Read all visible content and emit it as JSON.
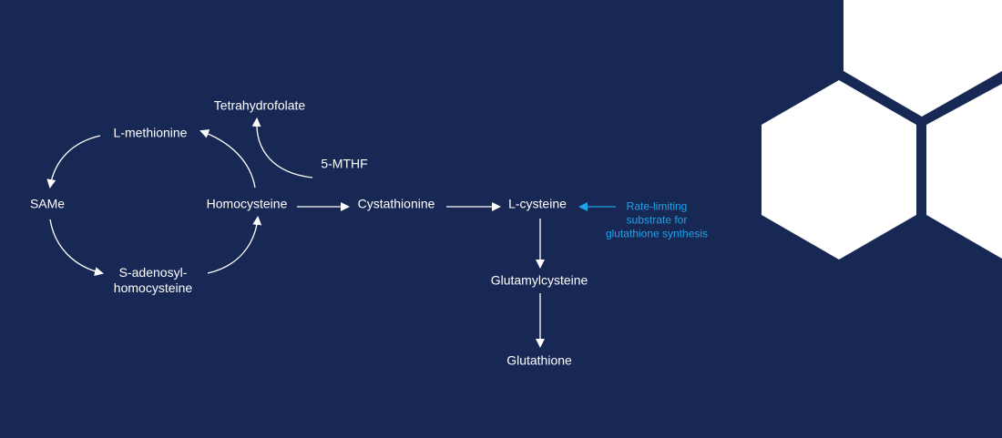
{
  "colors": {
    "background": "#182855",
    "text": "#ffffff",
    "arrow": "#ffffff",
    "accent": "#1fa3e8",
    "hexagon": "#ffffff"
  },
  "nodes": {
    "tetrahydrofolate": "Tetrahydrofolate",
    "l_methionine": "L-methionine",
    "mthf": "5-MTHF",
    "same": "SAMe",
    "homocysteine": "Homocysteine",
    "cystathionine": "Cystathionine",
    "l_cysteine": "L-cysteine",
    "s_adenosyl_line1": "S-adenosyl-",
    "s_adenosyl_line2": "homocysteine",
    "glutamylcysteine": "Glutamylcysteine",
    "glutathione": "Glutathione"
  },
  "annotation": {
    "line1": "Rate-limiting",
    "line2": "substrate for",
    "line3": "glutathione synthesis"
  }
}
